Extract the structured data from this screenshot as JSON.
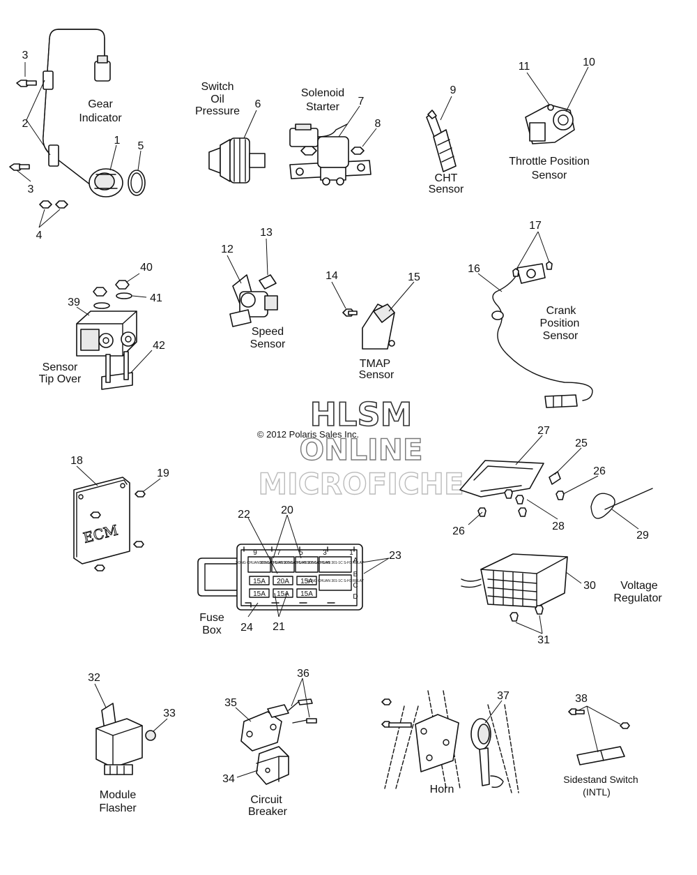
{
  "watermark": {
    "line1": "HLSM",
    "copyright": "© 2012 Polaris Sales Inc.",
    "line2": "ONLINE",
    "line3": "MICROFICHE"
  },
  "labels": {
    "gear_indicator": [
      "Gear",
      "Indicator"
    ],
    "switch_oil_pressure": [
      "Switch",
      "Oil",
      "Pressure"
    ],
    "solenoid_starter": [
      "Solenoid",
      "Starter"
    ],
    "cht_sensor": [
      "CHT",
      "Sensor"
    ],
    "throttle_position_sensor": [
      "Throttle Position",
      "Sensor"
    ],
    "speed_sensor": [
      "Speed",
      "Sensor"
    ],
    "tmap_sensor": [
      "TMAP",
      "Sensor"
    ],
    "crank_position_sensor": [
      "Crank",
      "Position",
      "Sensor"
    ],
    "sensor_tip_over": [
      "Sensor",
      "Tip Over"
    ],
    "fuse_box": [
      "Fuse",
      "Box"
    ],
    "voltage_regulator": [
      "Voltage",
      "Regulator"
    ],
    "module_flasher": [
      "Module",
      "Flasher"
    ],
    "circuit_breaker": [
      "Circuit",
      "Breaker"
    ],
    "horn": "Horn",
    "sidestand_switch": [
      "Sidestand Switch",
      "(INTL)"
    ]
  },
  "ecm_label": "ECM",
  "fuse_box": {
    "column_numbers": [
      "9",
      "7",
      "5",
      "3",
      "1"
    ],
    "row_letters": [
      "A",
      "B",
      "C",
      "D"
    ],
    "top_cells": [
      "SONG CHUAN 303-1AH S-H1",
      "SONG CHUAN 303-1AH S-H1",
      "SONG CHUAN 303-1AH S-H1",
      "SONG CHUAN 301-1C S-H1 RELAY"
    ],
    "lower_relay": "SONG CHUAN 301-1C S-H1 RELAY",
    "fuses_row1": [
      "15A",
      "20A",
      "15A"
    ],
    "fuses_row2": [
      "15A",
      "15A",
      "15A"
    ]
  },
  "callouts": {
    "n1": "1",
    "n2": "2",
    "n3a": "3",
    "n3b": "3",
    "n4": "4",
    "n5": "5",
    "n6": "6",
    "n7": "7",
    "n8": "8",
    "n9": "9",
    "n10": "10",
    "n11": "11",
    "n12": "12",
    "n13": "13",
    "n14": "14",
    "n15": "15",
    "n16": "16",
    "n17": "17",
    "n18": "18",
    "n19": "19",
    "n20": "20",
    "n21": "21",
    "n22": "22",
    "n23": "23",
    "n24": "24",
    "n25": "25",
    "n26a": "26",
    "n26b": "26",
    "n27": "27",
    "n28": "28",
    "n29": "29",
    "n30": "30",
    "n31": "31",
    "n32": "32",
    "n33": "33",
    "n34": "34",
    "n35": "35",
    "n36": "36",
    "n37": "37",
    "n38": "38",
    "n39": "39",
    "n40": "40",
    "n41": "41",
    "n42": "42"
  }
}
